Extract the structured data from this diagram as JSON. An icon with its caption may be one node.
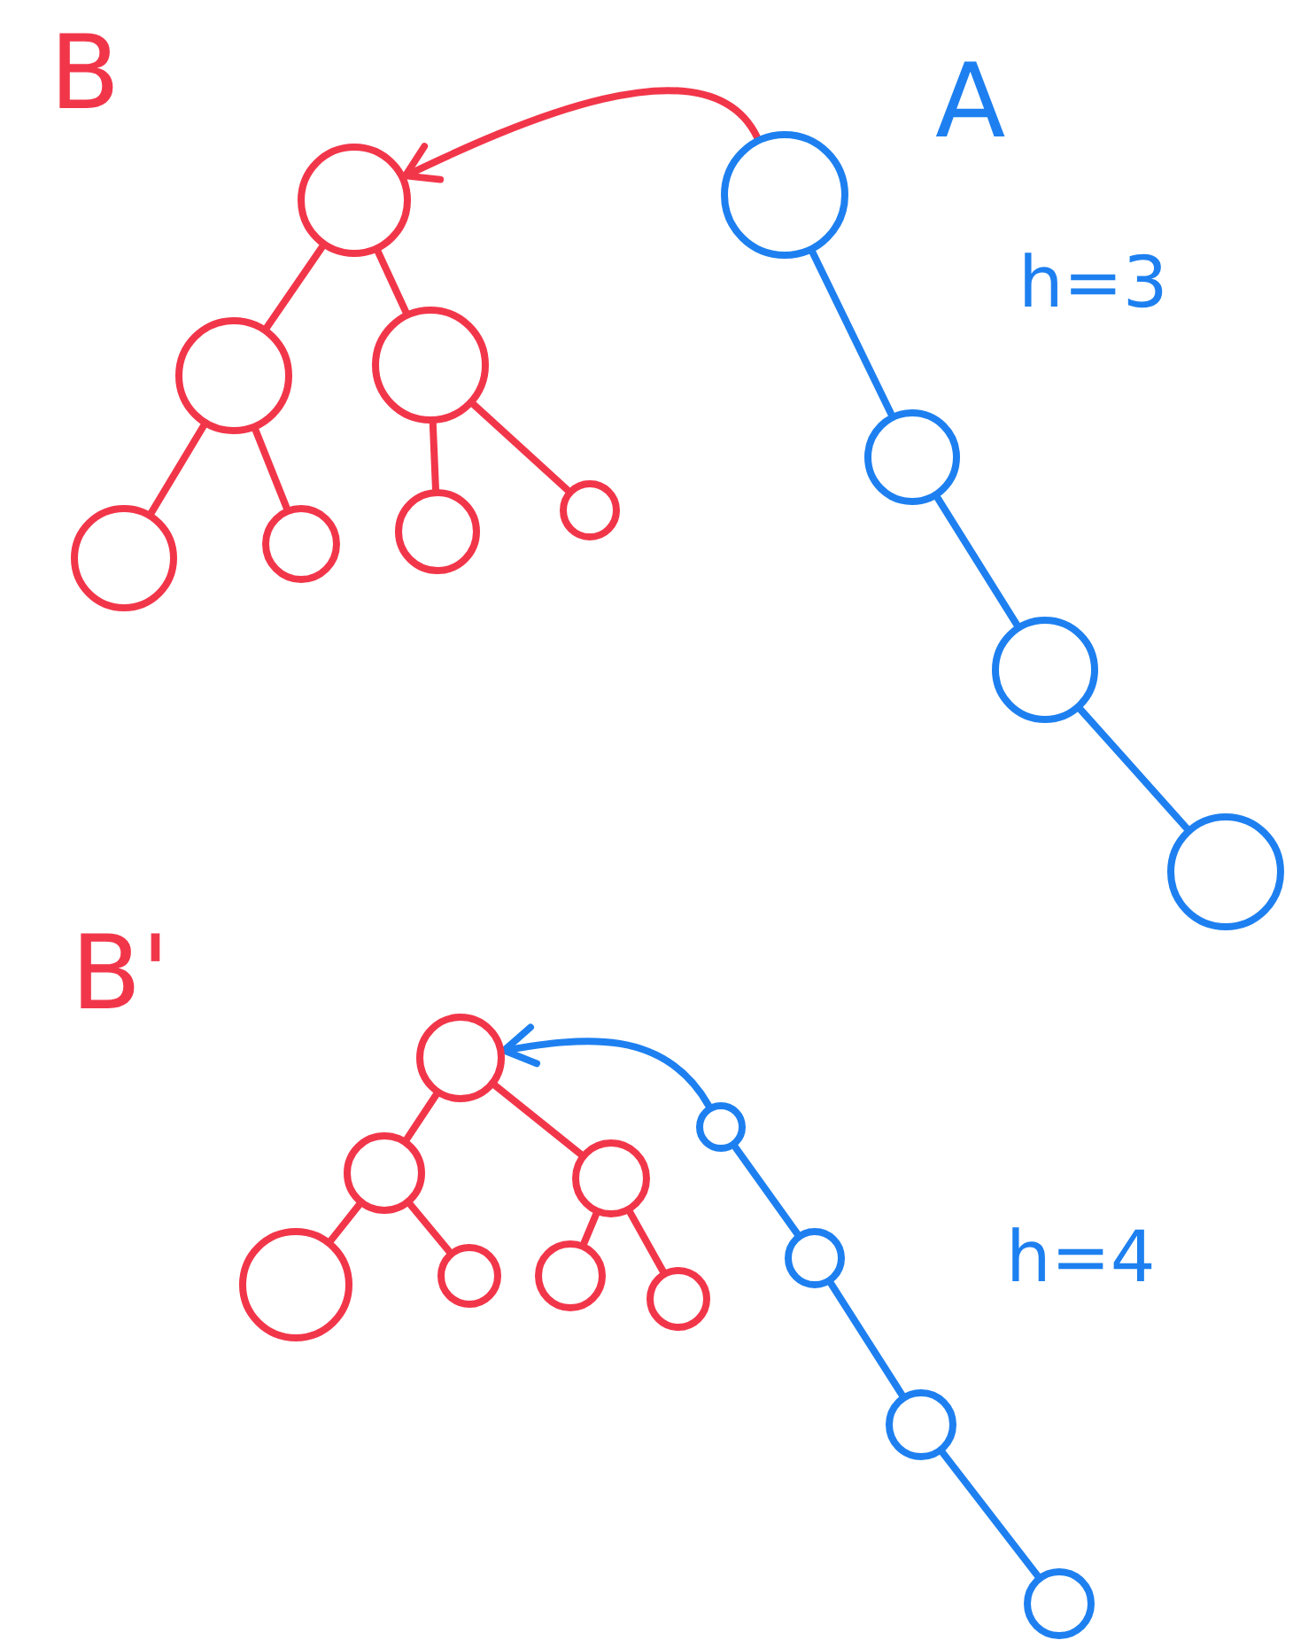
{
  "diagram": {
    "nodes": [
      {
        "text": [],
        "shape": "circle"
      },
      {
        "text": [],
        "shape": "circle"
      },
      {
        "text": [],
        "shape": "circle"
      },
      {
        "text": [],
        "shape": "circle"
      },
      {
        "text": [],
        "shape": "circle"
      },
      {
        "text": [],
        "shape": "circle"
      },
      {
        "text": [],
        "shape": "circle"
      },
      {
        "text": [],
        "shape": "circle"
      },
      {
        "text": [],
        "shape": "circle"
      },
      {
        "text": [],
        "shape": "circle"
      },
      {
        "text": [],
        "shape": "circle"
      },
      {
        "text": [],
        "shape": "circle"
      },
      {
        "text": [],
        "shape": "circle"
      },
      {
        "text": [],
        "shape": "circle"
      },
      {
        "text": [],
        "shape": "circle"
      },
      {
        "text": [],
        "shape": "circle"
      },
      {
        "text": [],
        "shape": "circle"
      },
      {
        "text": [],
        "shape": "circle"
      },
      {
        "text": [],
        "shape": "circle"
      },
      {
        "text": [],
        "shape": "circle"
      },
      {
        "text": [],
        "shape": "circle"
      },
      {
        "text": [],
        "shape": "circle"
      }
    ],
    "edges": [
      {
        "from": 0,
        "to": 1,
        "arrow": "none"
      },
      {
        "from": 0,
        "to": 2,
        "arrow": "none"
      },
      {
        "from": 1,
        "to": 3,
        "arrow": "none"
      },
      {
        "from": 1,
        "to": 4,
        "arrow": "none"
      },
      {
        "from": 2,
        "to": 5,
        "arrow": "none"
      },
      {
        "from": 2,
        "to": 6,
        "arrow": "none"
      },
      {
        "from": 7,
        "to": 8,
        "arrow": "none",
        "color": "#1e80f0"
      },
      {
        "from": 8,
        "to": 9,
        "arrow": "none",
        "color": "#1e80f0"
      },
      {
        "from": 9,
        "to": 10,
        "arrow": "none",
        "color": "#1e80f0"
      },
      {
        "from": 7,
        "to": 0,
        "arrow": "to"
      },
      {
        "from": 11,
        "to": 12,
        "arrow": "none"
      },
      {
        "from": 11,
        "to": 13,
        "arrow": "none"
      },
      {
        "from": 12,
        "to": 14,
        "arrow": "none"
      },
      {
        "from": 12,
        "to": 15,
        "arrow": "none"
      },
      {
        "from": 13,
        "to": 16,
        "arrow": "none"
      },
      {
        "from": 13,
        "to": 17,
        "arrow": "none"
      },
      {
        "from": 18,
        "to": 19,
        "arrow": "none",
        "color": "#1e80f0"
      },
      {
        "from": 19,
        "to": 20,
        "arrow": "none",
        "color": "#1e80f0"
      },
      {
        "from": 20,
        "to": 21,
        "arrow": "none",
        "color": "#1e80f0"
      },
      {
        "from": 18,
        "to": 11,
        "arrow": "to",
        "color": "#1e80f0"
      }
    ],
    "labels": [
      "B",
      "A",
      "h=3",
      "B'",
      "h=4"
    ]
  }
}
